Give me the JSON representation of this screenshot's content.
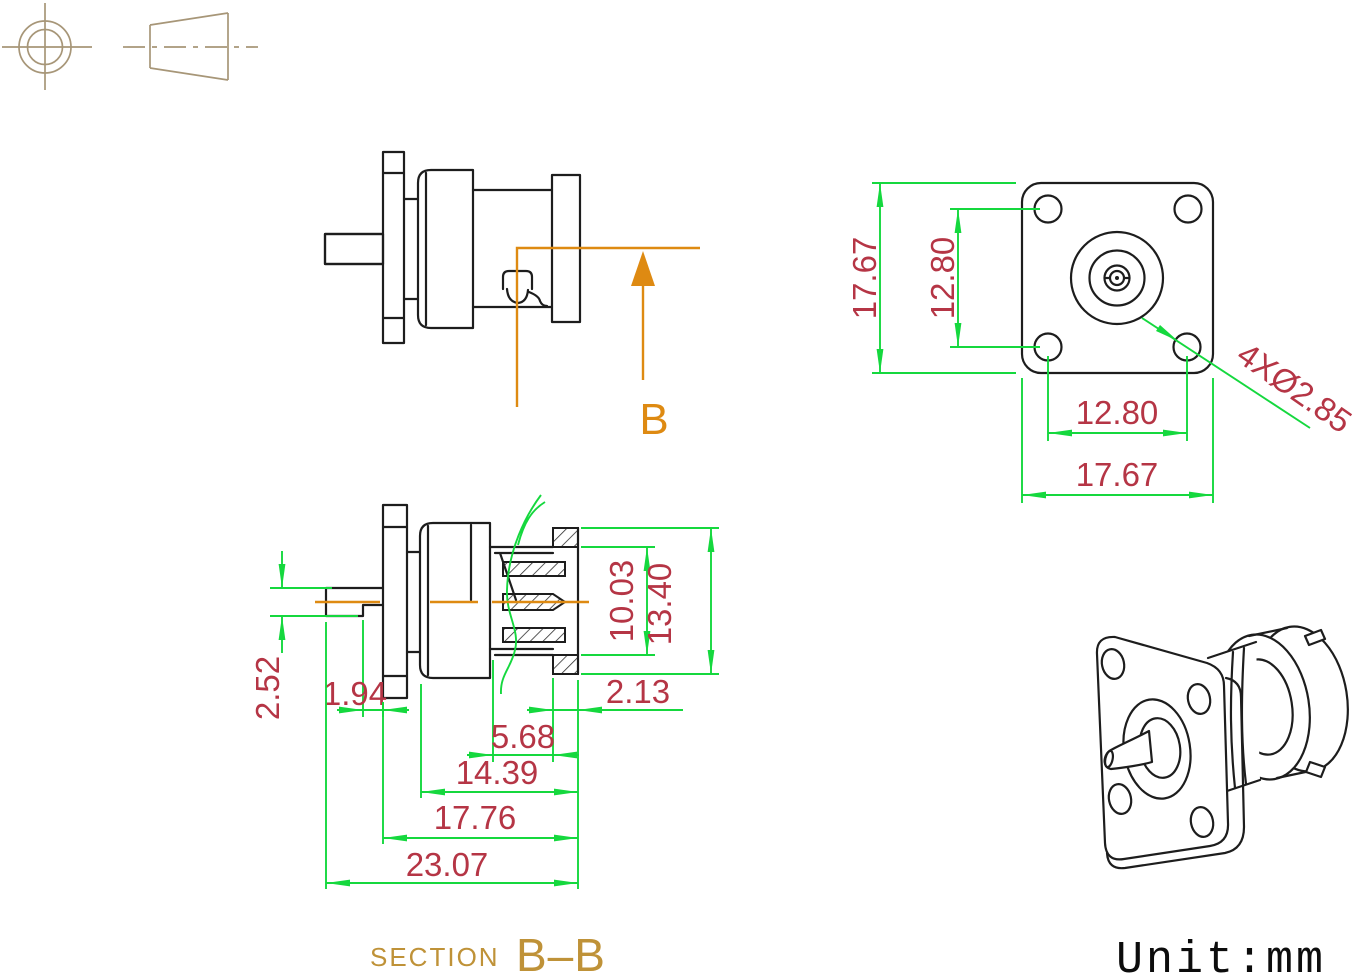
{
  "colors": {
    "outline": "#1d1d1d",
    "dimension_line": "#15d83e",
    "dimension_text": "#b53545",
    "cutting_line": "#de8a12",
    "title": "#bf9238",
    "symbol": "#a79678",
    "hatch": "#2e2e2e",
    "background": "#ffffff"
  },
  "labels": {
    "units": "Unit:mm",
    "section_title_prefix": "SECTION",
    "section_title_id": "B–B",
    "cutting_plane": "B"
  },
  "front_view": {
    "overall_height": "17.67",
    "hole_pitch_vertical": "12.80",
    "hole_pitch_horizontal": "12.80",
    "overall_width": "17.67",
    "mounting_holes": "4XØ2.85"
  },
  "section_view": {
    "pin_height": "2.52",
    "pin_to_flange": "1.94",
    "insulator_bore": "10.03",
    "coupling_outer": "13.40",
    "face_setback": "2.13",
    "bayonet_slot": "5.68",
    "body_length": "14.39",
    "flange_to_face": "17.76",
    "overall_length": "23.07"
  }
}
